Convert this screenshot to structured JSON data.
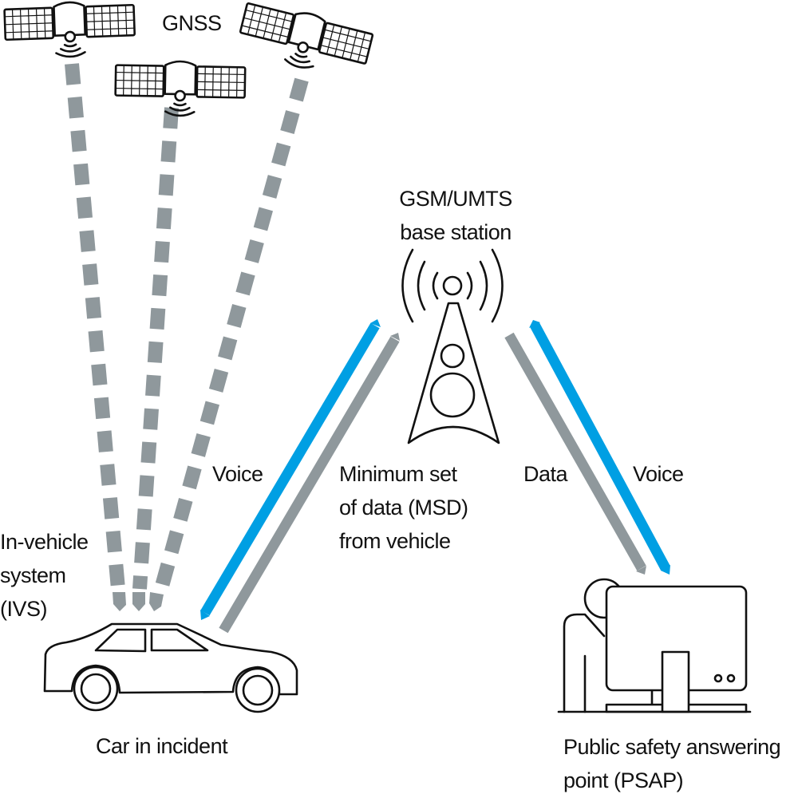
{
  "labels": {
    "gnss": "GNSS",
    "base_station": [
      "GSM/UMTS",
      "base station"
    ],
    "voice_left": "Voice",
    "msd": [
      "Minimum set",
      "of data (MSD)",
      "from vehicle"
    ],
    "data": "Data",
    "voice_right": "Voice",
    "ivs": [
      "In-vehicle",
      "system",
      "(IVS)"
    ],
    "car": "Car in incident",
    "psap": [
      "Public safety answering",
      "point (PSAP)"
    ]
  },
  "colors": {
    "voice": "#009fe3",
    "data": "#8f989c",
    "outline": "#111111"
  }
}
